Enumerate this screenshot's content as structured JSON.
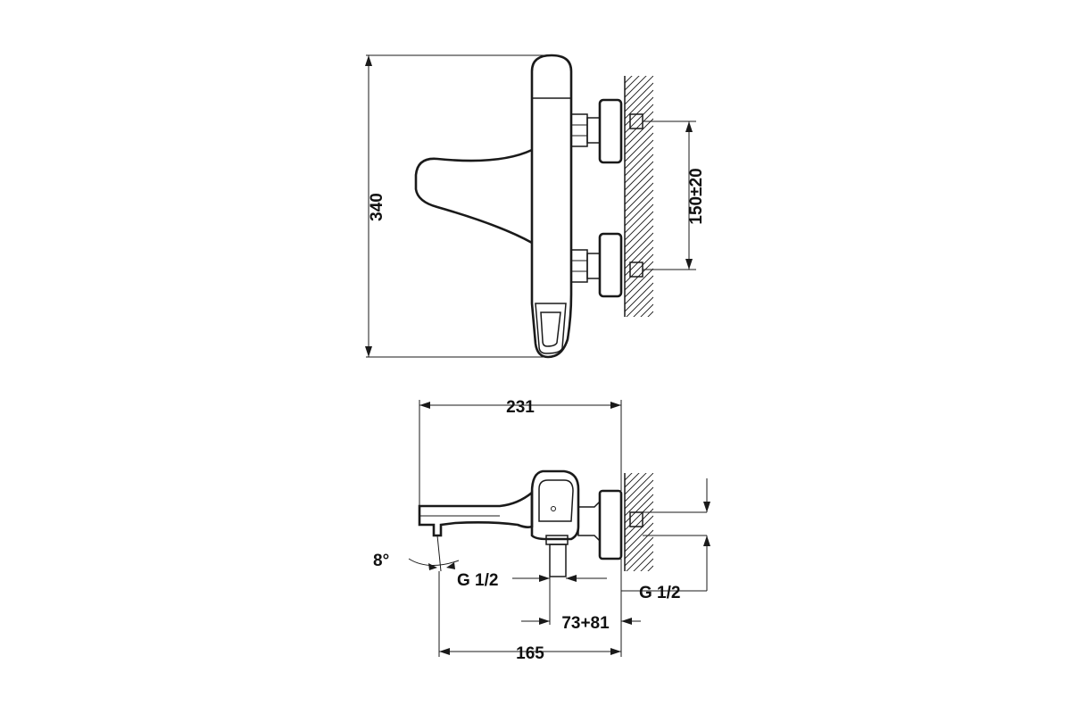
{
  "dimensions": {
    "height_total": "340",
    "inlet_spacing": "150±20",
    "depth_total": "231",
    "angle": "8°",
    "outlet_thread": "G 1/2",
    "inlet_thread": "G 1/2",
    "wall_offset": "73+81",
    "spout_reach": "165"
  },
  "colors": {
    "line": "#1a1a1a",
    "background": "#ffffff"
  }
}
